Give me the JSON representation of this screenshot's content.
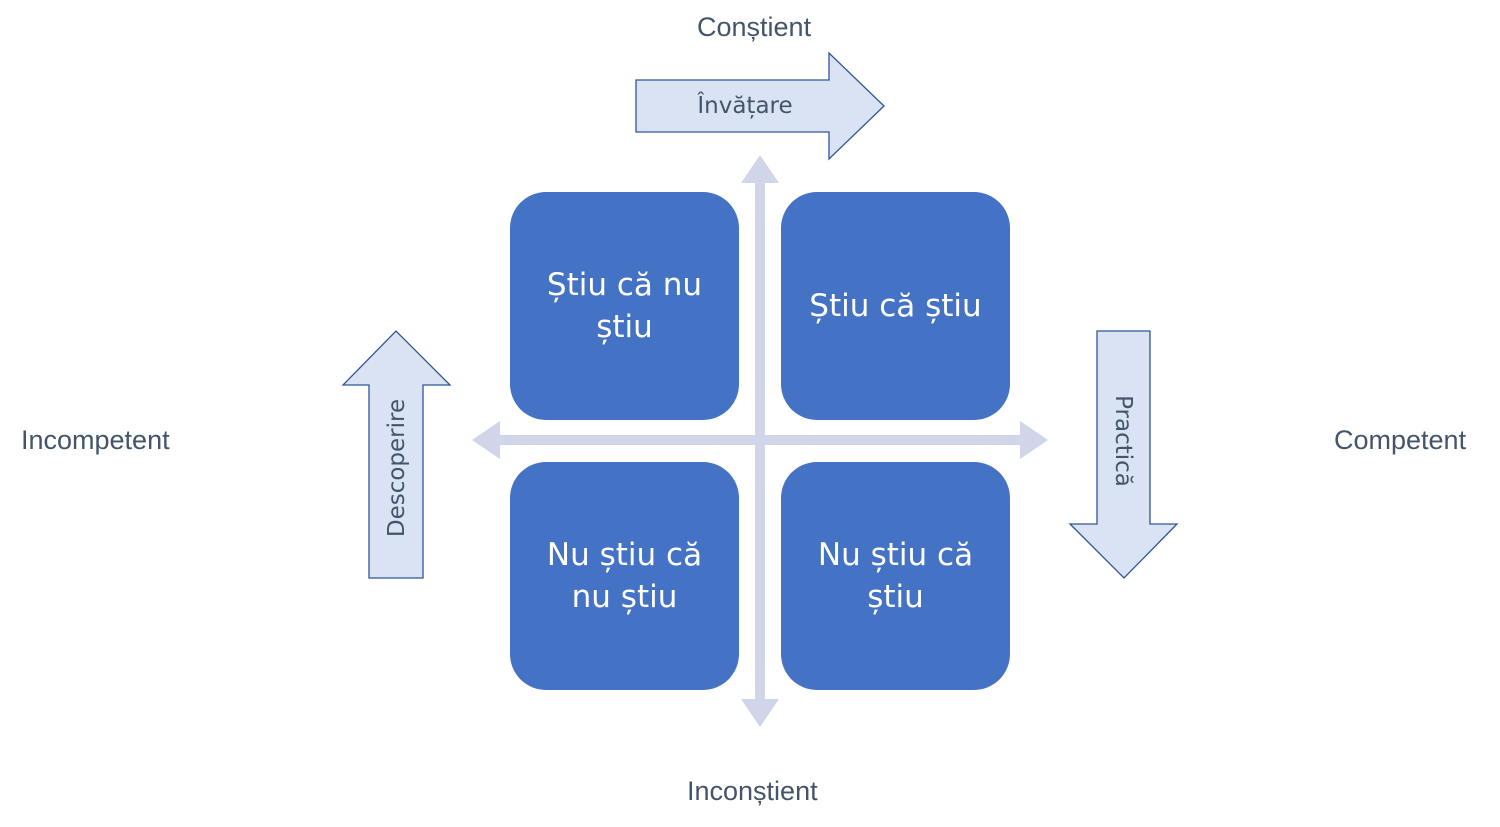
{
  "axes": {
    "top_label": "Conștient",
    "bottom_label": "Inconștient",
    "left_label": "Incompetent",
    "right_label": "Competent"
  },
  "quadrants": [
    {
      "position": "top-left",
      "text": "Știu că nu știu"
    },
    {
      "position": "top-right",
      "text": "Știu că știu"
    },
    {
      "position": "bottom-left",
      "text": "Nu știu că nu știu"
    },
    {
      "position": "bottom-right",
      "text": "Nu știu că știu"
    }
  ],
  "transition_arrows": [
    {
      "name": "discovery",
      "label": "Descoperire",
      "direction": "up"
    },
    {
      "name": "learning",
      "label": "Învățare",
      "direction": "right"
    },
    {
      "name": "practice",
      "label": "Practică",
      "direction": "down"
    }
  ],
  "colors": {
    "quadrant_fill": "#4472c4",
    "quadrant_text": "#ffffff",
    "axis_fill": "#d0d5ea",
    "arrow_fill": "#dae3f3",
    "arrow_stroke": "#2f5597",
    "label_text": "#44546a"
  }
}
